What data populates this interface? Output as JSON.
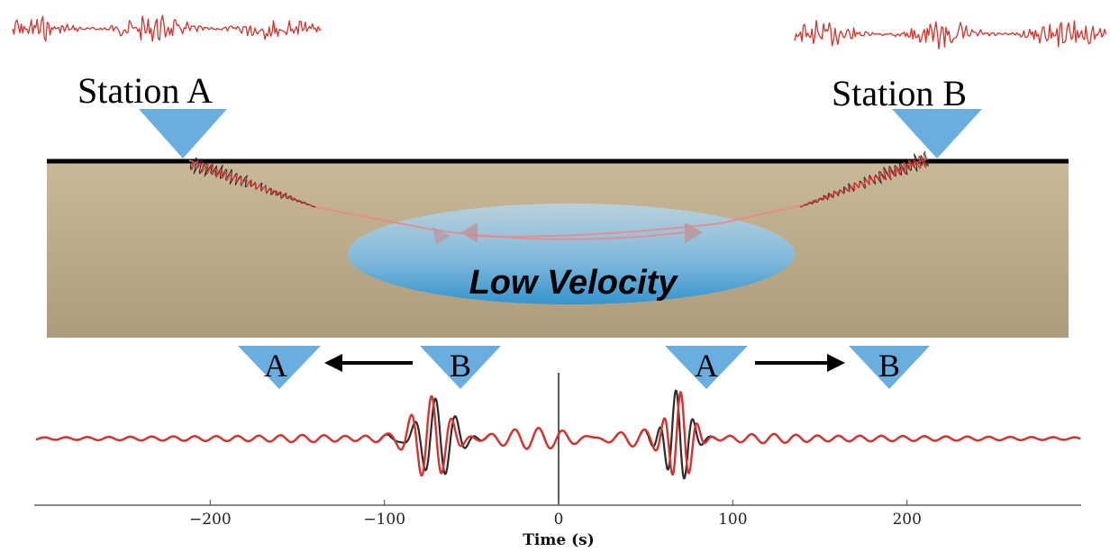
{
  "stations": {
    "a_label": "Station A",
    "b_label": "Station B"
  },
  "anomaly": {
    "label": "Low Velocity"
  },
  "correlation": {
    "left_pair": {
      "from": "B",
      "to": "A"
    },
    "right_pair": {
      "from": "A",
      "to": "B"
    },
    "xlabel": "Time (s)",
    "ticks": [
      "−200",
      "−100",
      "0",
      "100",
      "200"
    ]
  },
  "colors": {
    "trace_red": "#d9312b",
    "trace_black": "#2b2b2b",
    "ground_fill": "#c2b08f",
    "station_blue": "#6aaee0",
    "anomaly_blue": "#3f9fd6"
  }
}
